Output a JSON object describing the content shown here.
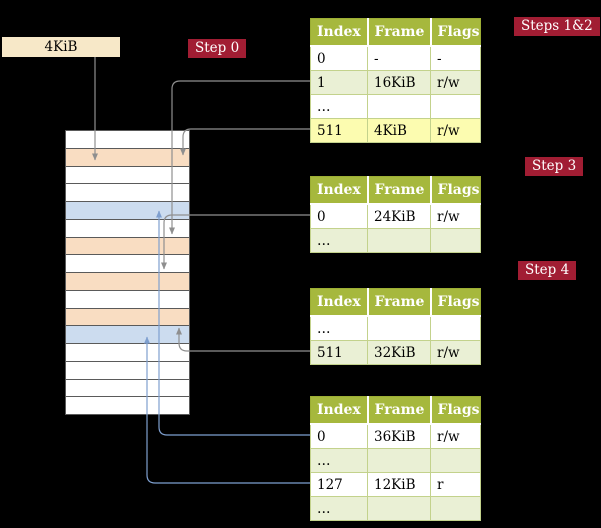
{
  "colors": {
    "background": "#000000",
    "step_badge_bg": "#a11d33",
    "step_badge_text": "#ffffff",
    "table_header_bg": "#a6b83d",
    "table_header_text": "#ffffff",
    "table_border": "#9cae34",
    "table_row_white": "#ffffff",
    "table_row_green": "#eaf0d5",
    "table_row_highlight": "#fcfcb0",
    "memory_frame_white": "#ffffff",
    "memory_frame_peach": "#f9ddc2",
    "memory_frame_blue": "#ccdcef",
    "cr3_box_bg": "#f7e8c8",
    "arrow_gray": "#8f8f8f",
    "arrow_blue": "#7e9fcf"
  },
  "cr3_box": {
    "label": "4KiB"
  },
  "step_labels": {
    "step0": "Step 0",
    "steps12": "Steps 1&2",
    "step3": "Step 3",
    "step4": "Step 4"
  },
  "memory": {
    "rows": [
      {
        "fill": "white"
      },
      {
        "fill": "peach"
      },
      {
        "fill": "white"
      },
      {
        "fill": "white"
      },
      {
        "fill": "blue"
      },
      {
        "fill": "white"
      },
      {
        "fill": "peach"
      },
      {
        "fill": "white"
      },
      {
        "fill": "peach"
      },
      {
        "fill": "white"
      },
      {
        "fill": "peach"
      },
      {
        "fill": "blue"
      },
      {
        "fill": "white"
      },
      {
        "fill": "white"
      },
      {
        "fill": "white"
      },
      {
        "fill": "white"
      }
    ]
  },
  "tables": [
    {
      "headers": [
        "Index",
        "Frame",
        "Flags"
      ],
      "rows": [
        {
          "cells": [
            "0",
            "-",
            "-"
          ],
          "variant": "white"
        },
        {
          "cells": [
            "1",
            "16KiB",
            "r/w"
          ],
          "variant": "green"
        },
        {
          "cells": [
            "…",
            "",
            ""
          ],
          "variant": "white"
        },
        {
          "cells": [
            "511",
            "4KiB",
            "r/w"
          ],
          "variant": "highlight"
        }
      ]
    },
    {
      "headers": [
        "Index",
        "Frame",
        "Flags"
      ],
      "rows": [
        {
          "cells": [
            "0",
            "24KiB",
            "r/w"
          ],
          "variant": "white"
        },
        {
          "cells": [
            "…",
            "",
            ""
          ],
          "variant": "green"
        }
      ]
    },
    {
      "headers": [
        "Index",
        "Frame",
        "Flags"
      ],
      "rows": [
        {
          "cells": [
            "…",
            "",
            ""
          ],
          "variant": "white"
        },
        {
          "cells": [
            "511",
            "32KiB",
            "r/w"
          ],
          "variant": "green"
        }
      ]
    },
    {
      "headers": [
        "Index",
        "Frame",
        "Flags"
      ],
      "rows": [
        {
          "cells": [
            "0",
            "36KiB",
            "r/w"
          ],
          "variant": "white"
        },
        {
          "cells": [
            "…",
            "",
            ""
          ],
          "variant": "green"
        },
        {
          "cells": [
            "127",
            "12KiB",
            "r"
          ],
          "variant": "white"
        },
        {
          "cells": [
            "…",
            "",
            ""
          ],
          "variant": "green"
        }
      ]
    }
  ]
}
